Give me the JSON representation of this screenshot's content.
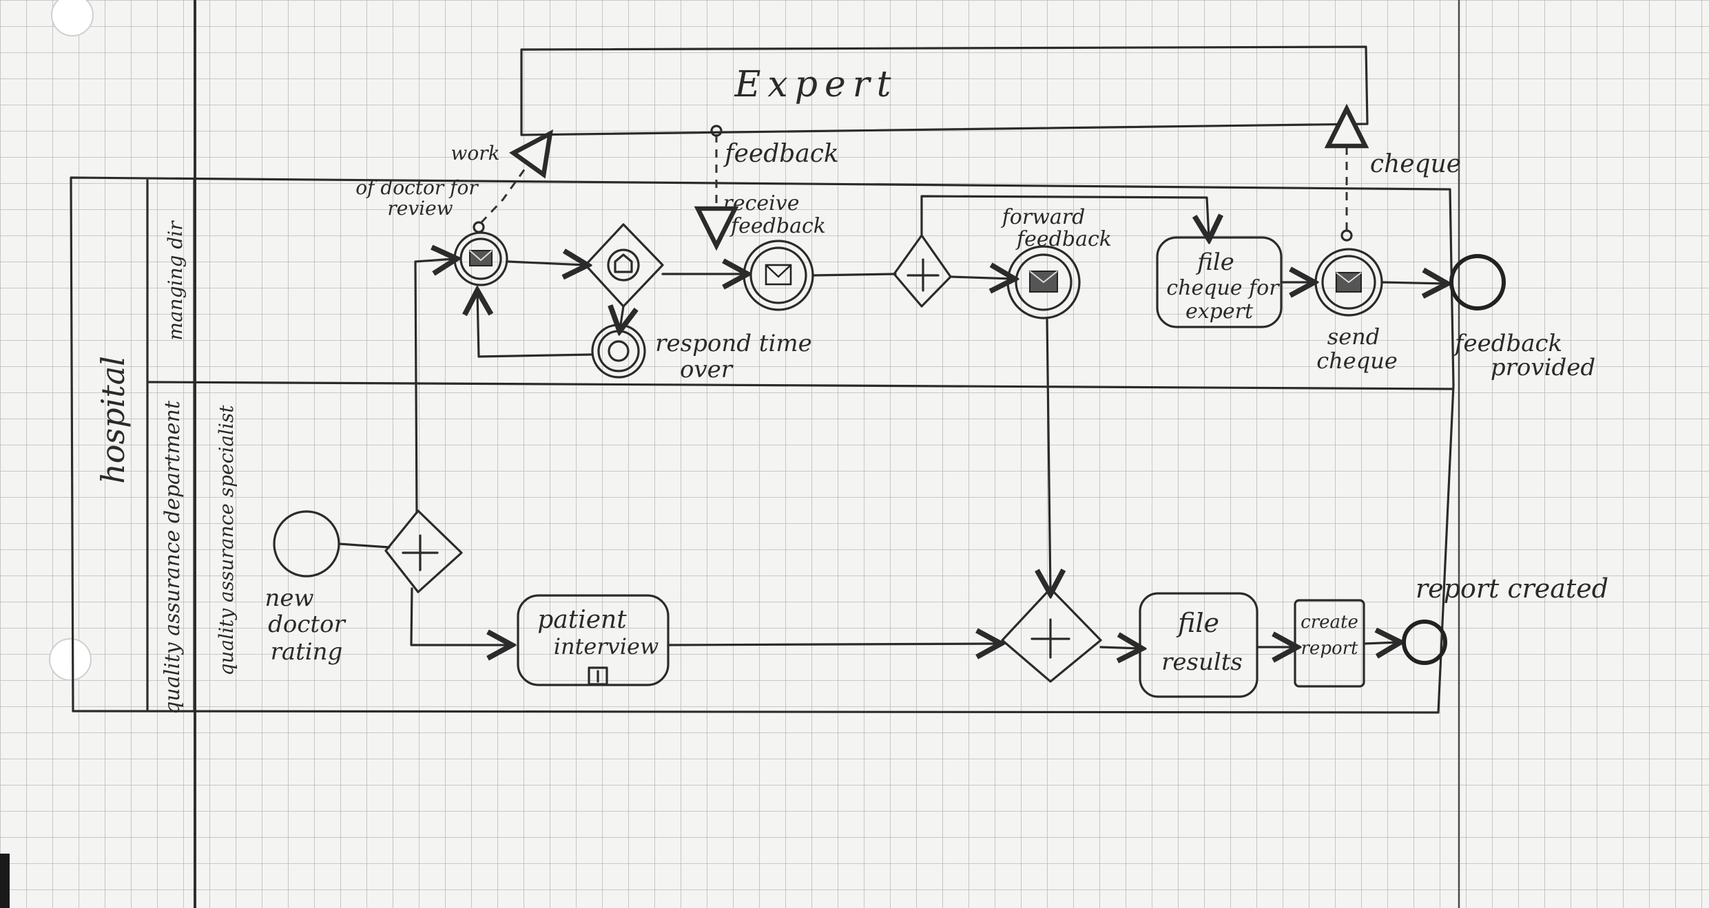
{
  "pools": {
    "expert": "Expert",
    "hospital": "hospital"
  },
  "lanes": {
    "top": "manging dir",
    "middle": "quality assurance department",
    "bottom": "quality assurance specialist"
  },
  "labels": {
    "work_msg_1": "work",
    "work_msg_2": "of doctor for",
    "work_msg_3": "review",
    "feedback_msg": "feedback",
    "receive_1": "receive",
    "receive_2": "feedback",
    "respond_1": "respond time",
    "respond_2": "over",
    "forward_1": "forward",
    "forward_2": "feedback",
    "file_cheque_1": "file",
    "file_cheque_2": "cheque for",
    "file_cheque_3": "expert",
    "cheque_msg": "cheque",
    "send_1": "send",
    "send_2": "cheque",
    "end1_1": "feedback",
    "end1_2": "provided",
    "start_1": "new",
    "start_2": "doctor",
    "start_3": "rating",
    "patient_1": "patient",
    "patient_2": "interview",
    "file_results_1": "file",
    "file_results_2": "results",
    "create_1": "create",
    "create_2": "report",
    "end2": "report created"
  }
}
